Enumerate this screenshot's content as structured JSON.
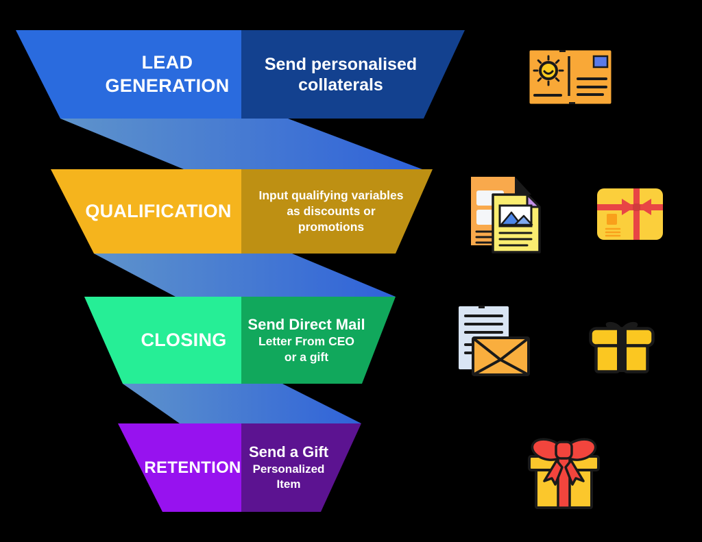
{
  "funnel": {
    "stages": [
      {
        "label": "LEAD GENERATION",
        "description": "Send personalised collaterals",
        "left_color": "#2A6BDE",
        "right_color": "#13418F"
      },
      {
        "label": "QUALIFICATION",
        "desc_lines": [
          "Input qualifying variables",
          "as discounts or",
          "promotions"
        ],
        "left_color": "#F5B41D",
        "right_color": "#BE9013"
      },
      {
        "label": "CLOSING",
        "description": "Send Direct Mail",
        "sub_lines": [
          "Letter From CEO",
          "or a gift"
        ],
        "left_color": "#26EE96",
        "right_color": "#11A85C"
      },
      {
        "label": "RETENTION",
        "description": "Send a Gift",
        "sub_lines": [
          "Personalized",
          "Item"
        ],
        "left_color": "#9712EF",
        "right_color": "#5C1391"
      }
    ],
    "connector_gradient": {
      "from": "#5E93CB",
      "to": "#2F62D9"
    }
  },
  "icons": {
    "postcard": {
      "name": "postcard-icon",
      "base_color": "#F9A837",
      "stamp_color": "#5B7BE8",
      "sun_color": "#FBCB1E"
    },
    "documents": {
      "name": "documents-icon",
      "back_color": "#F9A94C",
      "front_color": "#FAED70",
      "fold_color": "#C490E8",
      "image_color": "#4D87E8"
    },
    "gift_card": {
      "name": "gift-card-icon",
      "card_color": "#FBCF3C",
      "ribbon_color": "#E84545",
      "chip_color": "#F9A01B"
    },
    "letter": {
      "name": "letter-envelope-icon",
      "paper_color": "#D9E5F4",
      "envelope_color": "#F9AE3E"
    },
    "gift_box": {
      "name": "gift-box-icon",
      "box_color": "#FBC721",
      "ribbon_color": "#1A1A1A"
    },
    "gift_bow": {
      "name": "gift-with-bow-icon",
      "box_color": "#FBC72C",
      "ribbon_color": "#F2453D"
    }
  }
}
